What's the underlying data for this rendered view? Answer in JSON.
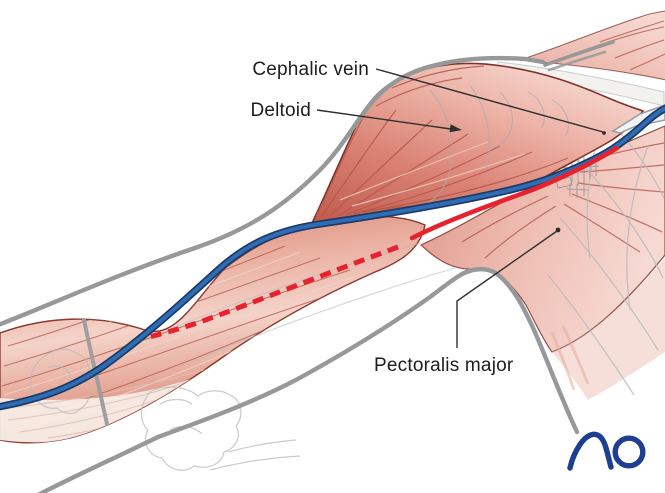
{
  "figure": {
    "labels": {
      "cephalic_vein": "Cephalic vein",
      "deltoid": "Deltoid",
      "pectoralis_major": "Pectoralis major"
    },
    "logo": {
      "text": "AO"
    },
    "colors": {
      "outline_gray": "#96989a",
      "bone_gray": "#b7babc",
      "sketch_gray": "#a7abae",
      "muscle_outline": "#7e332c",
      "fiber_red": "#b5564a",
      "vein_outer": "#1b3a66",
      "vein_inner": "#2f6cb3",
      "incision_red": "#e8212e",
      "leader_dark": "#2f2f2f",
      "label_text": "#1d1d1b",
      "logo_blue": "#1d3e92"
    }
  }
}
